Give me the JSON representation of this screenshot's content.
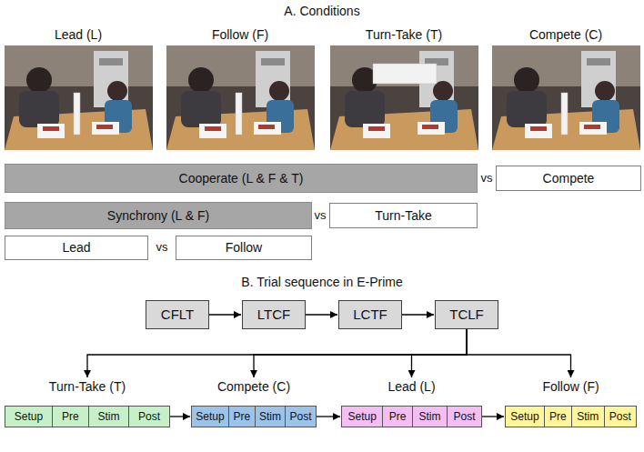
{
  "diagram": {
    "nodes": [
      {
        "text": [
          "Cooperate (L & F & T)"
        ]
      },
      {
        "text": [
          "Compete"
        ]
      },
      {
        "text": [
          "Synchrony (L & F)"
        ]
      },
      {
        "text": [
          "Turn-Take"
        ]
      },
      {
        "text": [
          "Lead"
        ]
      },
      {
        "text": [
          "Follow"
        ]
      },
      {
        "text": [
          "CFLT"
        ]
      },
      {
        "text": [
          "LTCF"
        ]
      },
      {
        "text": [
          "LCTF"
        ]
      },
      {
        "text": [
          "TCLF"
        ]
      },
      {
        "text": [
          "Turn-Take (T)"
        ]
      },
      {
        "text": [
          "Setup"
        ],
        "in": 10
      },
      {
        "text": [
          "Pre"
        ],
        "in": 10
      },
      {
        "text": [
          "Stim"
        ],
        "in": 10
      },
      {
        "text": [
          "Post"
        ],
        "in": 10
      },
      {
        "text": [
          "Compete (C)"
        ]
      },
      {
        "text": [
          "Setup"
        ],
        "in": 15
      },
      {
        "text": [
          "Pre"
        ],
        "in": 15
      },
      {
        "text": [
          "Stim"
        ],
        "in": 15
      },
      {
        "text": [
          "Post"
        ],
        "in": 15
      },
      {
        "text": [
          "Lead (L)"
        ]
      },
      {
        "text": [
          "Setup"
        ],
        "in": 20
      },
      {
        "text": [
          "Pre"
        ],
        "in": 20
      },
      {
        "text": [
          "Stim"
        ],
        "in": 20
      },
      {
        "text": [
          "Post"
        ],
        "in": 20
      },
      {
        "text": [
          "Follow (F)"
        ]
      },
      {
        "text": [
          "Setup"
        ],
        "in": 25
      },
      {
        "text": [
          "Pre"
        ],
        "in": 25
      },
      {
        "text": [
          "Stim"
        ],
        "in": 25
      },
      {
        "text": [
          "Post"
        ],
        "in": 25
      }
    ],
    "edges": [
      {
        "from": 6,
        "to": 7,
        "arrow": "to"
      },
      {
        "from": 7,
        "to": 8,
        "arrow": "to"
      },
      {
        "from": 8,
        "to": 9,
        "arrow": "to"
      },
      {
        "from": 9,
        "to": 10,
        "arrow": "to"
      },
      {
        "from": 9,
        "to": 15,
        "arrow": "to"
      },
      {
        "from": 9,
        "to": 20,
        "arrow": "to"
      },
      {
        "from": 9,
        "to": 25,
        "arrow": "to"
      },
      {
        "from": 10,
        "to": 15,
        "arrow": "to"
      },
      {
        "from": 15,
        "to": 20,
        "arrow": "to"
      },
      {
        "from": 20,
        "to": 25,
        "arrow": "to"
      }
    ],
    "labels": [
      "A. Conditions",
      "Lead (L)",
      "Follow (F)",
      "Turn-Take (T)",
      "Compete (C)",
      "vs",
      "vs",
      "vs",
      "B. Trial sequence in E-Prime"
    ]
  }
}
